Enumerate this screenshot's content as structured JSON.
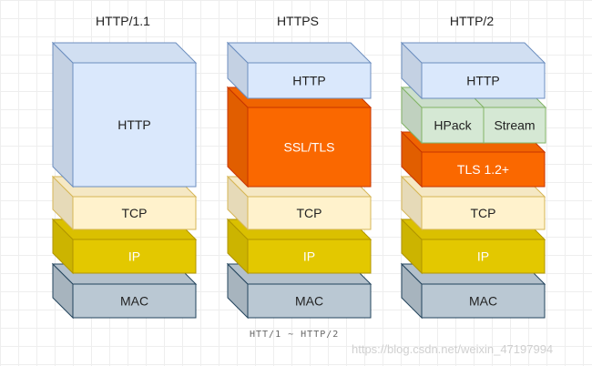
{
  "caption": "HTT/1 ~ HTTP/2",
  "watermark": "https://blog.csdn.net/weixin_47197994",
  "stacks": [
    {
      "title": "HTTP/1.1",
      "layers": [
        {
          "label": "HTTP",
          "fill": "#dae8fc",
          "stroke": "#6c8ebf",
          "text": "#222222"
        },
        {
          "label": "TCP",
          "fill": "#fff2cc",
          "stroke": "#d6b656",
          "text": "#222222"
        },
        {
          "label": "IP",
          "fill": "#e3c800",
          "stroke": "#b09500",
          "text": "#ffffff"
        },
        {
          "label": "MAC",
          "fill": "#bac8d3",
          "stroke": "#23445d",
          "text": "#222222"
        }
      ]
    },
    {
      "title": "HTTPS",
      "layers": [
        {
          "label": "HTTP",
          "fill": "#dae8fc",
          "stroke": "#6c8ebf",
          "text": "#222222"
        },
        {
          "label": "SSL/TLS",
          "fill": "#fa6800",
          "stroke": "#c73500",
          "text": "#ffffff"
        },
        {
          "label": "TCP",
          "fill": "#fff2cc",
          "stroke": "#d6b656",
          "text": "#222222"
        },
        {
          "label": "IP",
          "fill": "#e3c800",
          "stroke": "#b09500",
          "text": "#ffffff"
        },
        {
          "label": "MAC",
          "fill": "#bac8d3",
          "stroke": "#23445d",
          "text": "#222222"
        }
      ]
    },
    {
      "title": "HTTP/2",
      "layers": [
        {
          "label": "HTTP",
          "fill": "#dae8fc",
          "stroke": "#6c8ebf",
          "text": "#222222"
        },
        {
          "label": "HPack",
          "fill": "#d5e8d4",
          "stroke": "#82b366",
          "text": "#222222"
        },
        {
          "label": "Stream",
          "fill": "#d5e8d4",
          "stroke": "#82b366",
          "text": "#222222"
        },
        {
          "label": "TLS 1.2+",
          "fill": "#fa6800",
          "stroke": "#c73500",
          "text": "#ffffff"
        },
        {
          "label": "TCP",
          "fill": "#fff2cc",
          "stroke": "#d6b656",
          "text": "#222222"
        },
        {
          "label": "IP",
          "fill": "#e3c800",
          "stroke": "#b09500",
          "text": "#ffffff"
        },
        {
          "label": "MAC",
          "fill": "#bac8d3",
          "stroke": "#23445d",
          "text": "#222222"
        }
      ]
    }
  ]
}
